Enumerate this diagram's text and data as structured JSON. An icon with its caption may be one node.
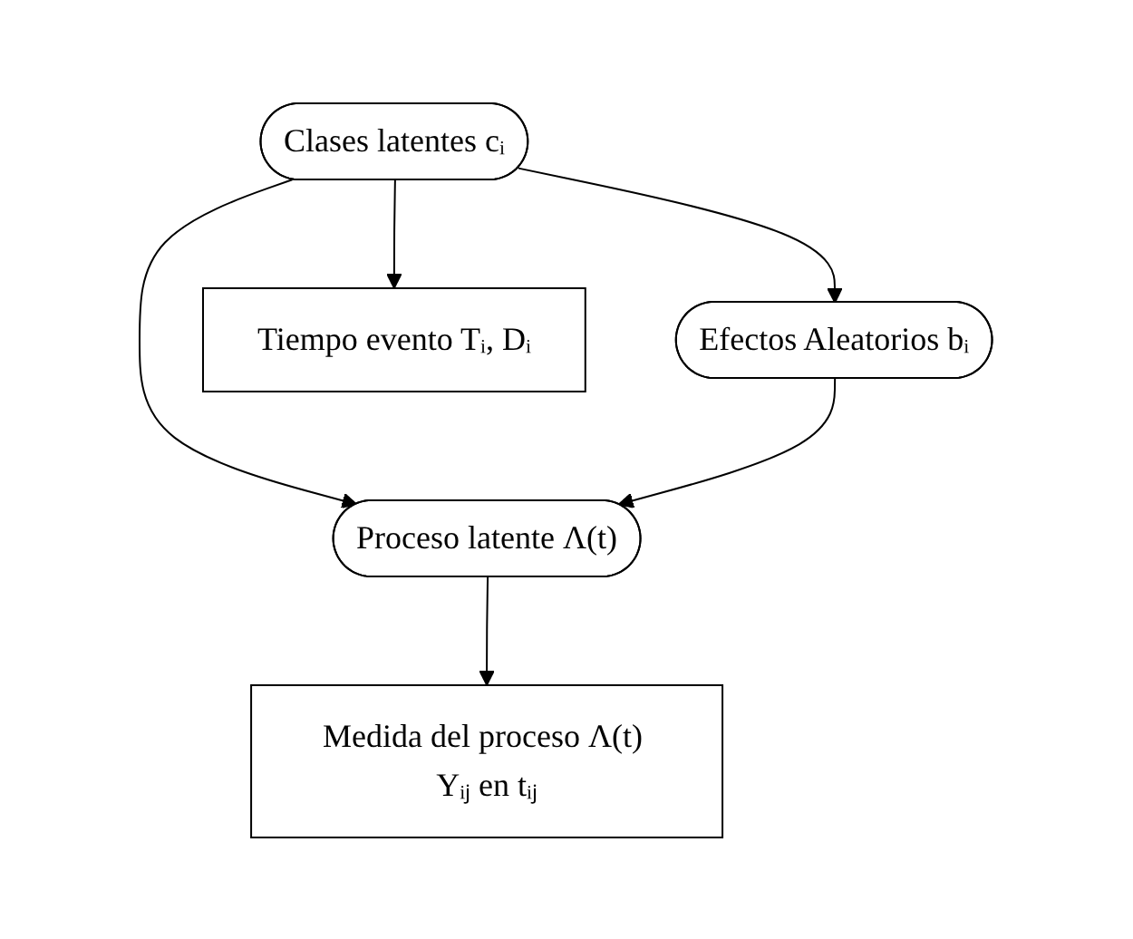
{
  "diagram": {
    "nodes": [
      {
        "text": [
          "Clases latentes cᵢ"
        ]
      },
      {
        "text": [
          "Efectos Aleatorios bᵢ"
        ]
      },
      {
        "text": [
          "Proceso latente Λ(t)"
        ]
      },
      {
        "text": [
          "Medida del proceso Λ(t) Yᵢⱼ en tᵢⱼ"
        ]
      },
      {
        "text": [
          "Tiempo evento Tᵢ, Dᵢ"
        ]
      }
    ],
    "edges": [
      {
        "from": 0,
        "to": 2,
        "arrow": "to"
      },
      {
        "from": 0,
        "to": 1,
        "arrow": "to"
      },
      {
        "from": 0,
        "to": 4,
        "arrow": "to"
      },
      {
        "from": 1,
        "to": 2,
        "arrow": "to"
      },
      {
        "from": 2,
        "to": 3,
        "arrow": "to"
      }
    ]
  }
}
